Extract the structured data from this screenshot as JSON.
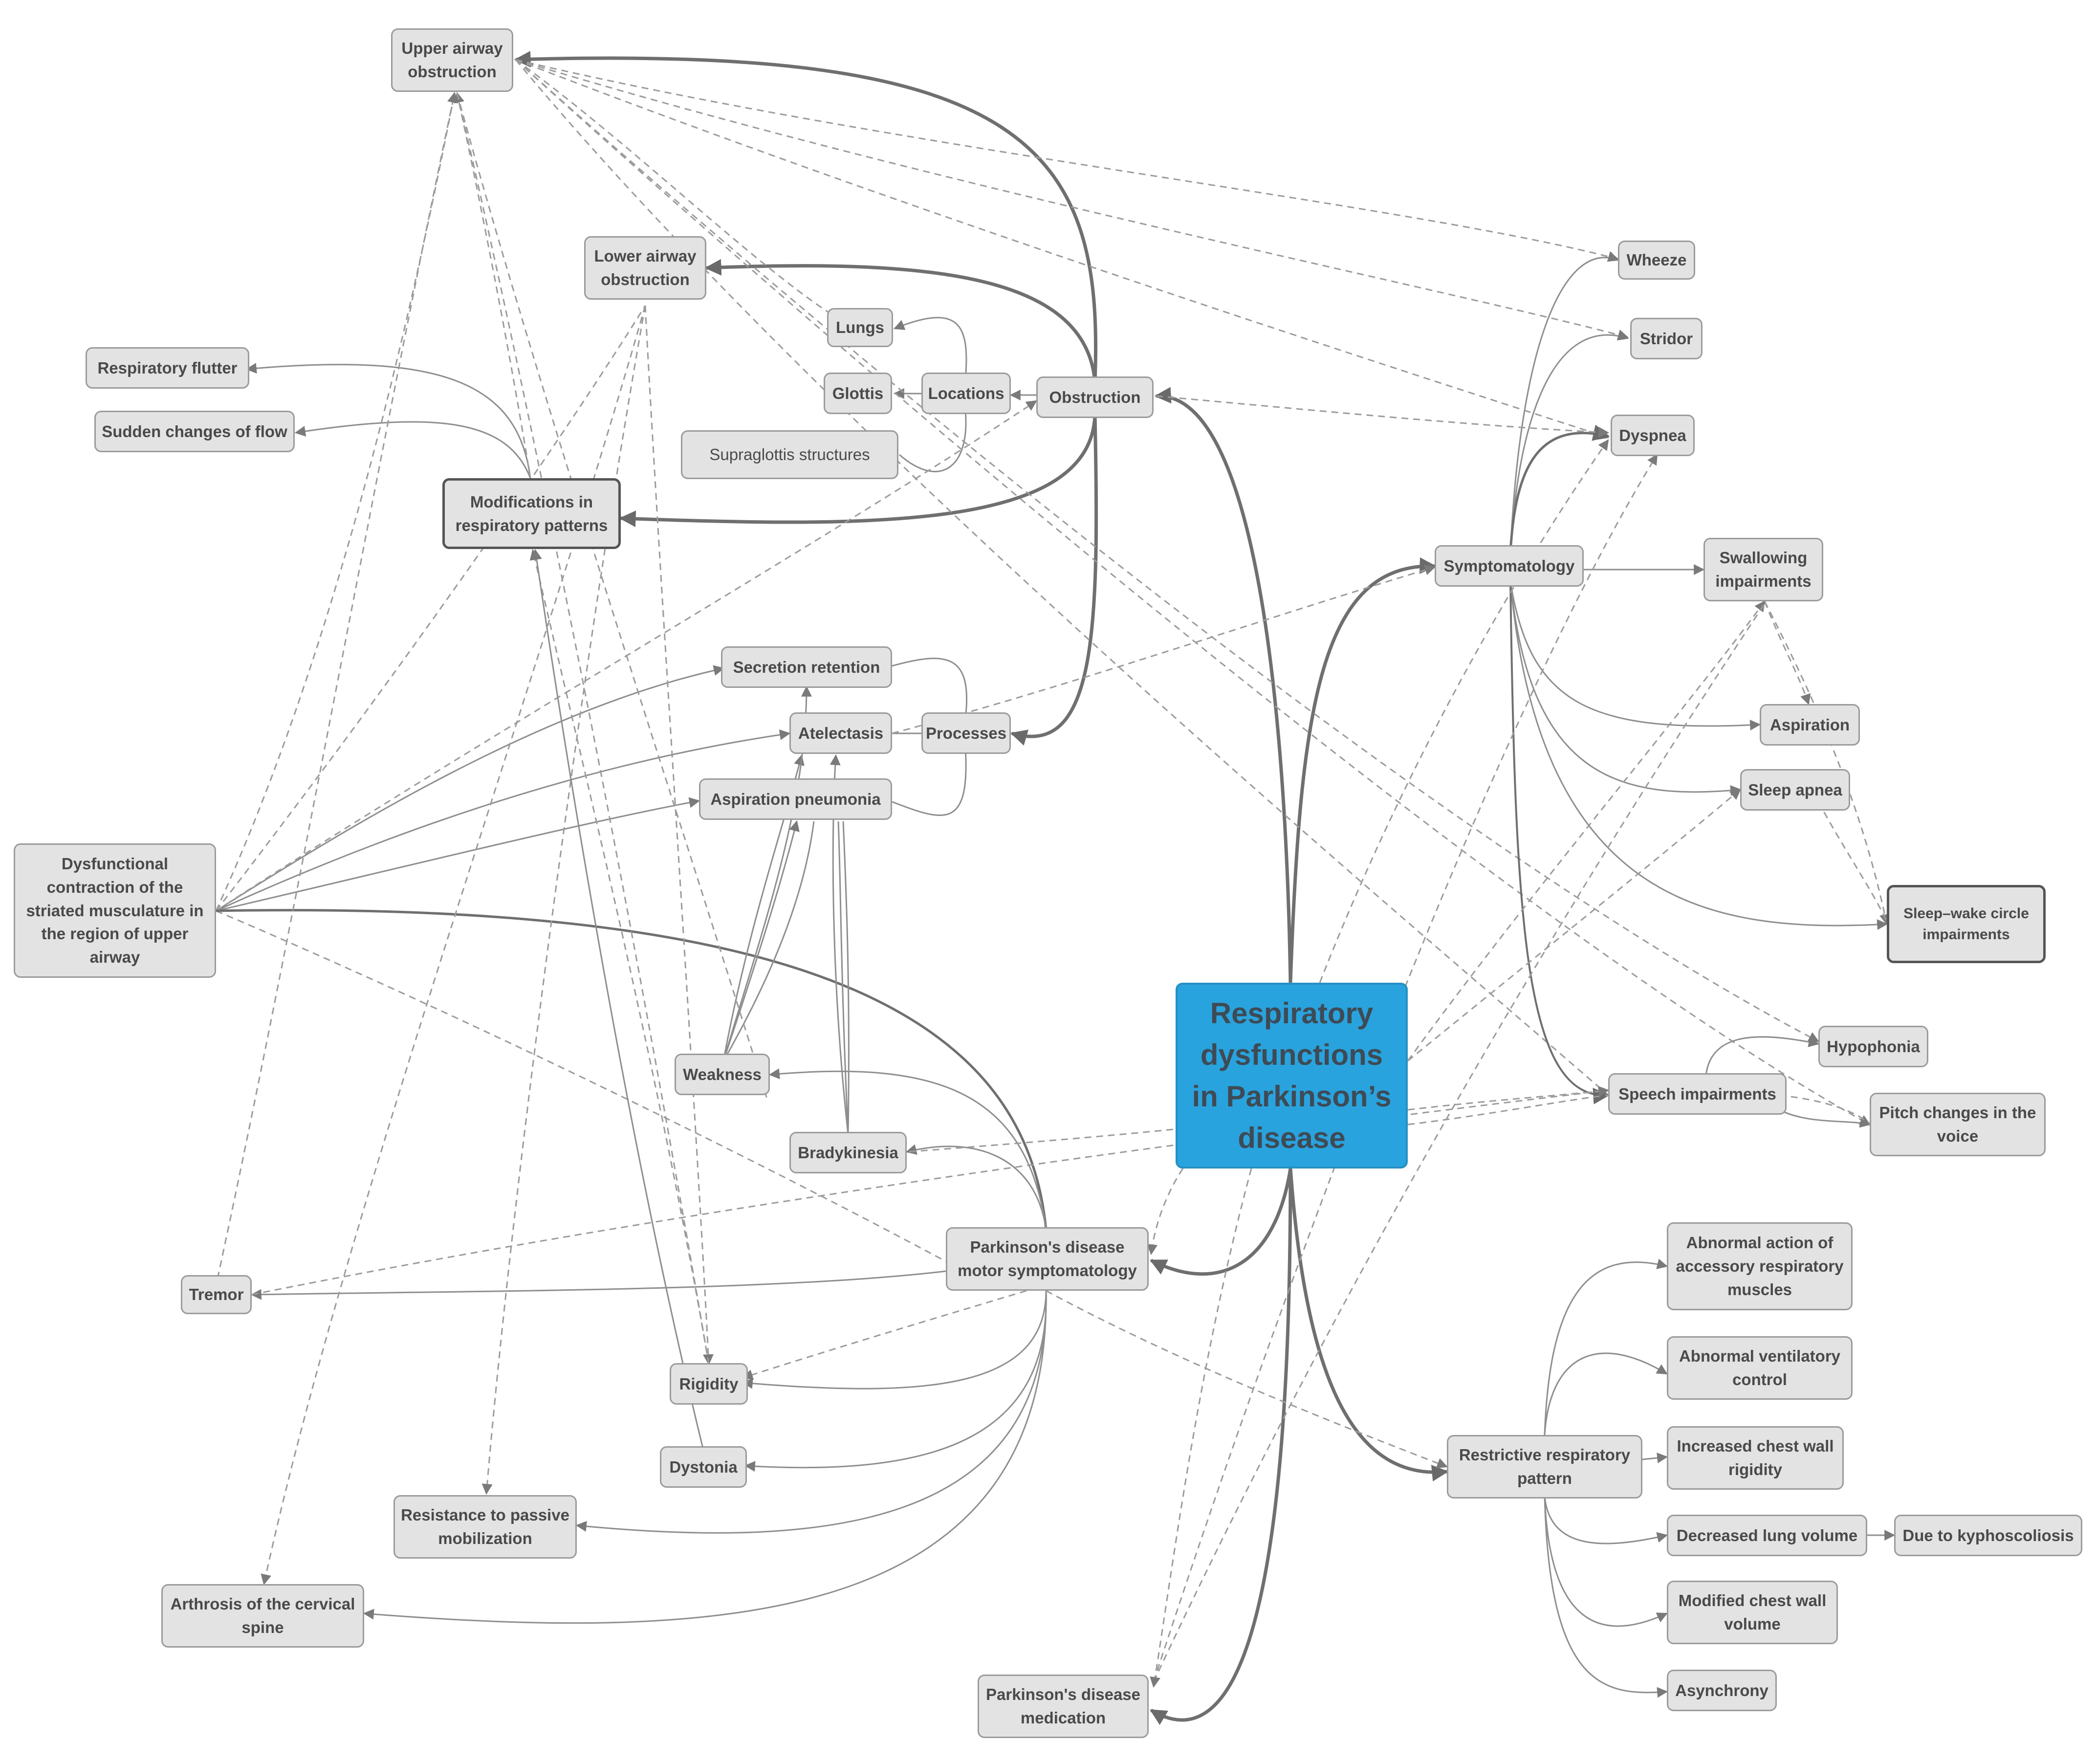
{
  "nodes": {
    "central": "Respiratory dysfunctions in Parkinson’s disease",
    "upper_airway": "Upper airway\nobstruction",
    "lower_airway": "Lower airway\nobstruction",
    "respiratory_flutter": "Respiratory flutter",
    "sudden_changes": "Sudden changes of flow",
    "lungs": "Lungs",
    "glottis": "Glottis",
    "locations": "Locations",
    "obstruction": "Obstruction",
    "supraglottis": "Supraglottis structures",
    "modifications": "Modifications in\nrespiratory patterns",
    "secretion_retention": "Secretion retention",
    "atelectasis": "Atelectasis",
    "processes": "Processes",
    "aspiration_pneumonia": "Aspiration pneumonia",
    "dysfunctional_contraction": "Dysfunctional\ncontraction of the\nstriated musculature in\nthe region of upper\nairway",
    "weakness": "Weakness",
    "bradykinesia": "Bradykinesia",
    "pd_motor": "Parkinson's disease\nmotor symptomatology",
    "tremor": "Tremor",
    "rigidity": "Rigidity",
    "dystonia": "Dystonia",
    "resistance": "Resistance to passive\nmobilization",
    "arthrosis": "Arthrosis of the cervical\nspine",
    "pd_medication": "Parkinson's disease\nmedication",
    "symptomatology": "Symptomatology",
    "wheeze": "Wheeze",
    "stridor": "Stridor",
    "dyspnea": "Dyspnea",
    "swallowing": "Swallowing\nimpairments",
    "aspiration": "Aspiration",
    "sleep_apnea": "Sleep apnea",
    "sleep_wake": "Sleep–wake circle\nimpairments",
    "hypophonia": "Hypophonia",
    "speech": "Speech impairments",
    "pitch": "Pitch changes in the\nvoice",
    "restrictive": "Restrictive respiratory\npattern",
    "abnormal_action": "Abnormal action of\naccessory respiratory\nmuscles",
    "abnormal_ventilatory": "Abnormal ventilatory\ncontrol",
    "increased_chest": "Increased chest wall\nrigidity",
    "decreased_lung": "Decreased lung volume",
    "kyphoscoliosis": "Due to kyphoscoliosis",
    "modified_chest": "Modified chest wall\nvolume",
    "asynchrony": "Asynchrony"
  },
  "colors": {
    "node_fill": "#e3e3e3",
    "node_border": "#9b9b9b",
    "central_fill": "#29a3dd",
    "edge": "#8e8e8e"
  }
}
